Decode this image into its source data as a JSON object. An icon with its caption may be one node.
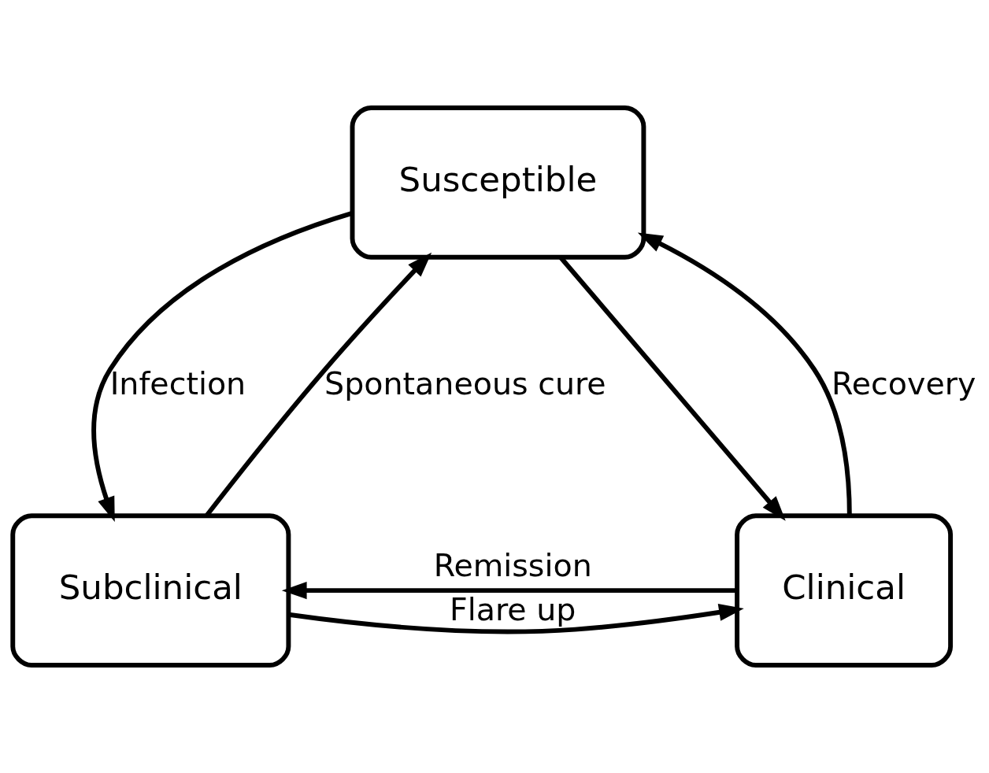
{
  "diagram": {
    "nodes": [
      {
        "text": [
          "Susceptible"
        ]
      },
      {
        "text": [
          "Subclinical"
        ]
      },
      {
        "text": [
          "Clinical"
        ]
      }
    ],
    "edges": [
      {
        "from": 1,
        "to": 0,
        "arrow": "to",
        "label": "Spontaneous cure"
      },
      {
        "from": 0,
        "to": 1,
        "arrow": "to",
        "label": "Infection"
      },
      {
        "from": 0,
        "to": 2,
        "arrow": "to"
      },
      {
        "from": 1,
        "to": 2,
        "arrow": "to",
        "label": "Flare up"
      },
      {
        "from": 2,
        "to": 1,
        "arrow": "to",
        "label": "Remission"
      },
      {
        "from": 2,
        "to": 0,
        "arrow": "to",
        "label": "Recovery"
      }
    ]
  }
}
